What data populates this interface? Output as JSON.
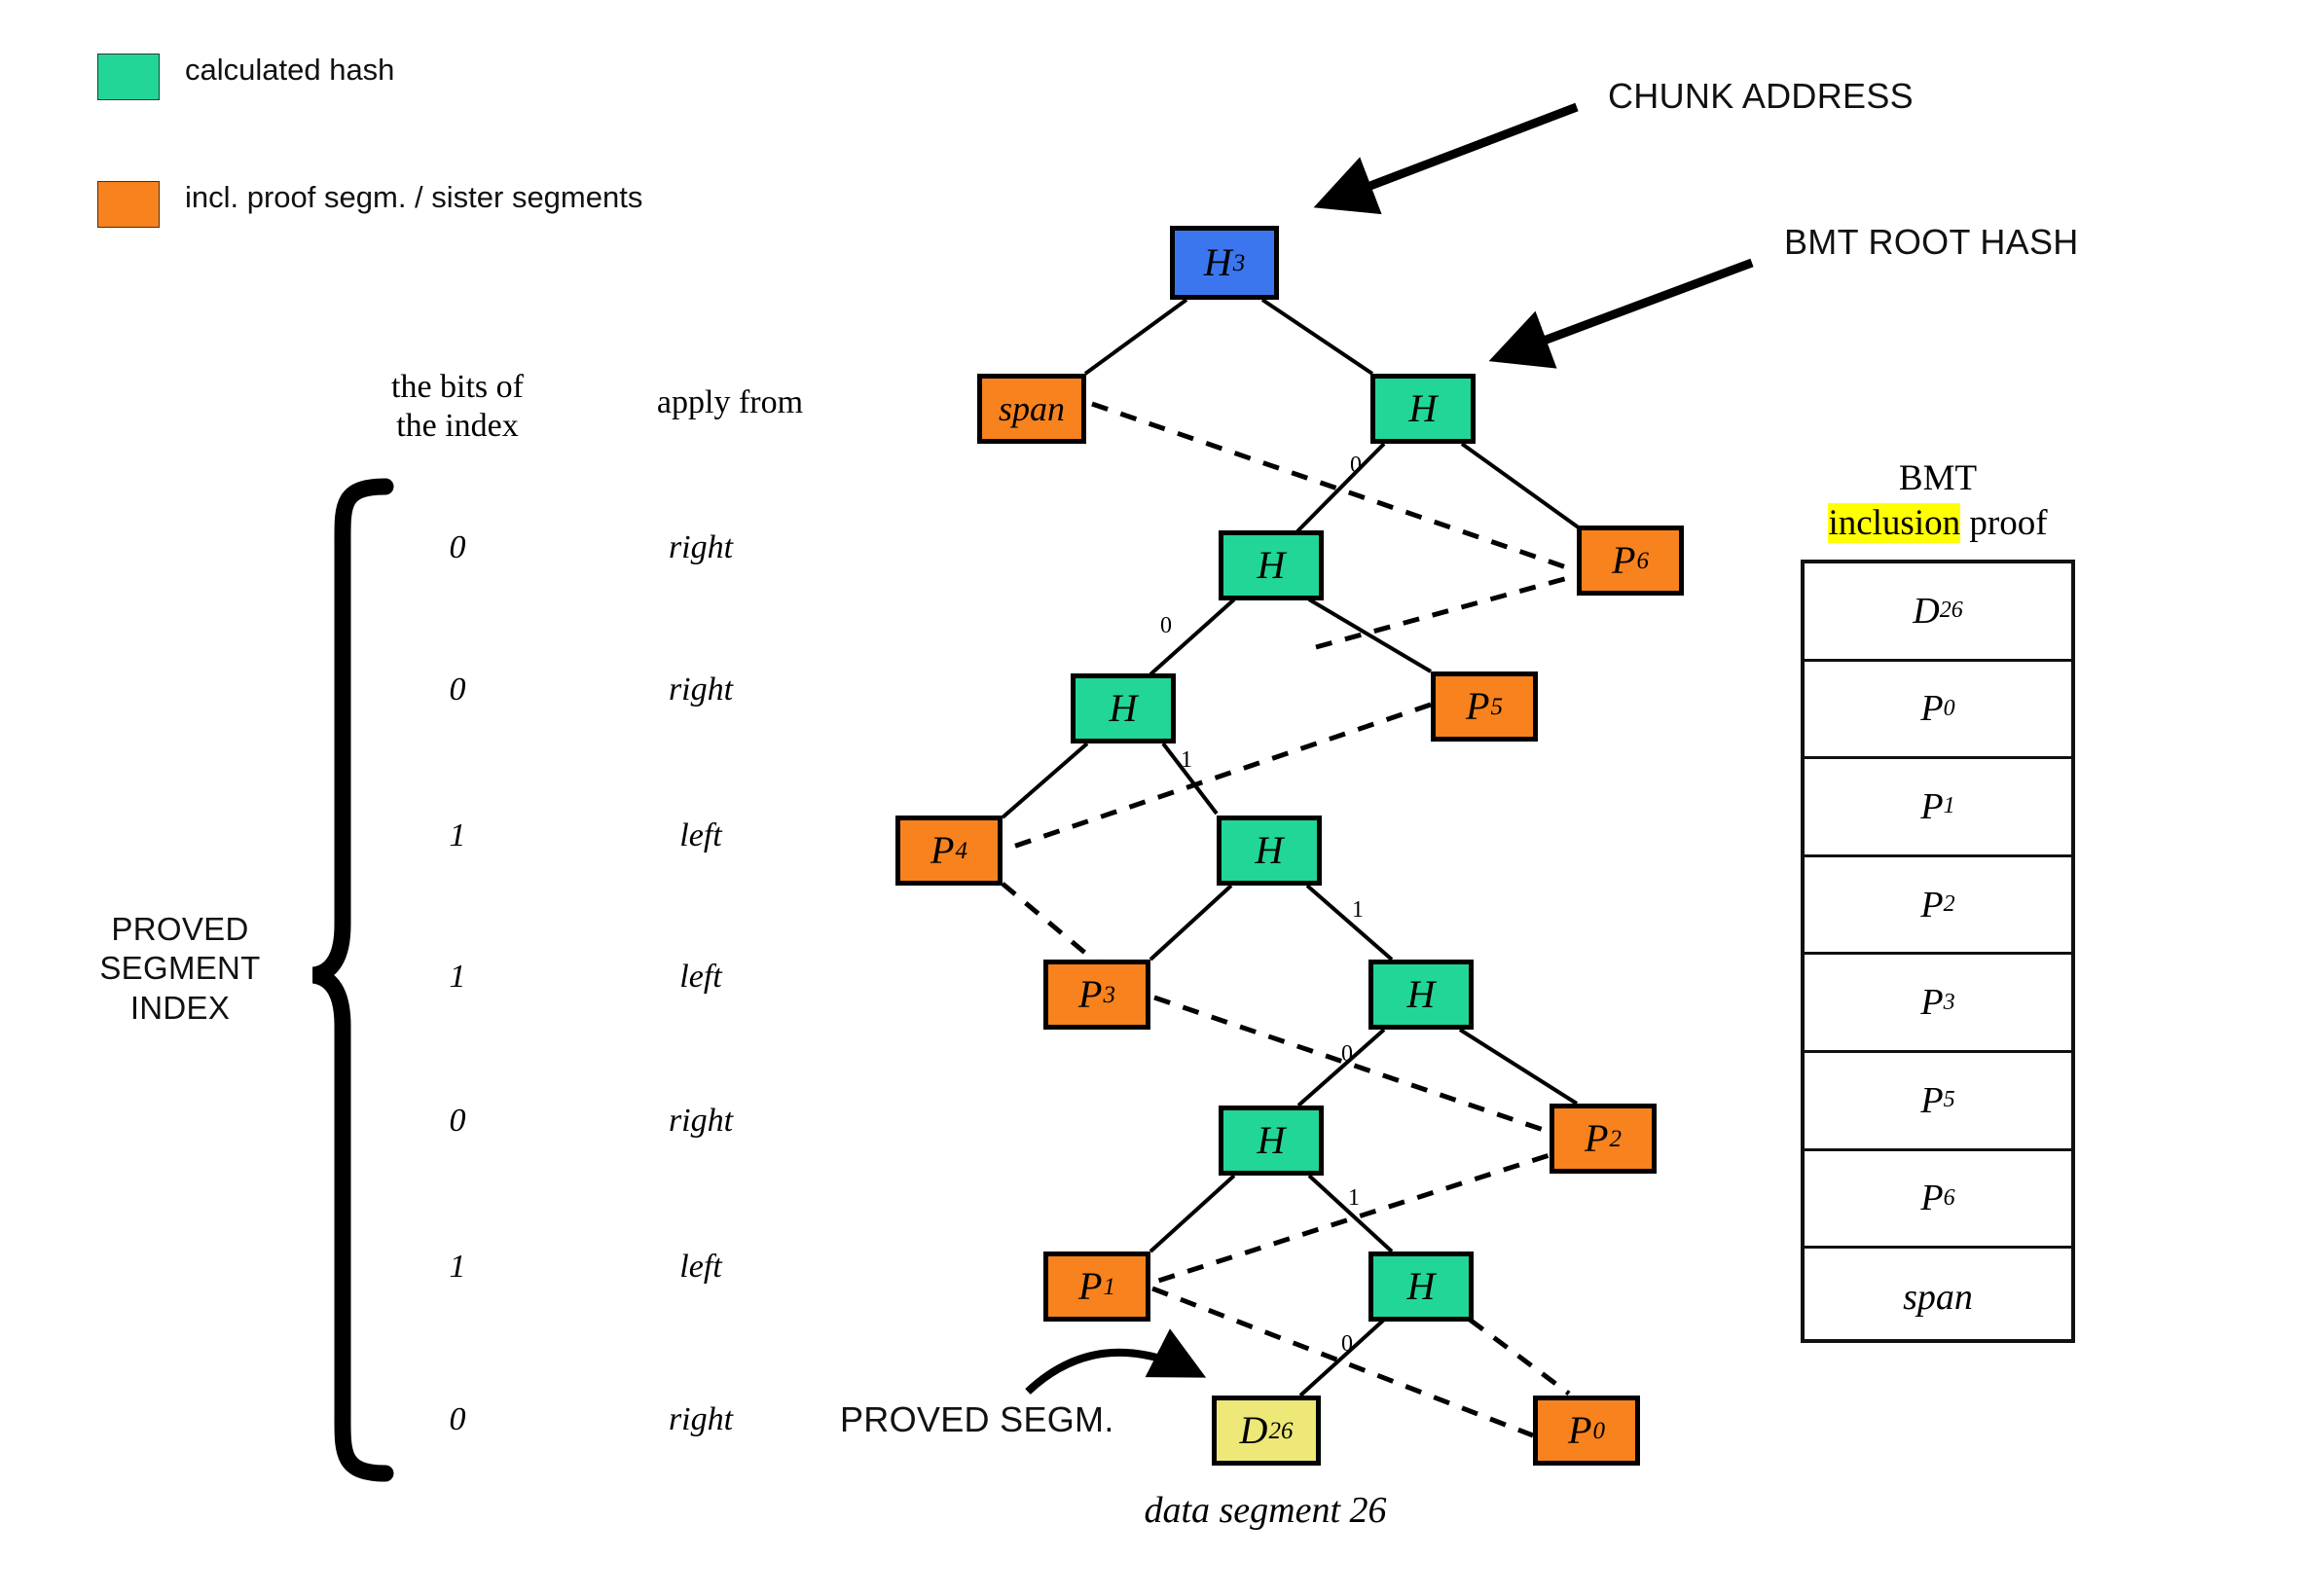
{
  "legend": {
    "items": [
      {
        "color": "#21D696",
        "label": "calculated hash",
        "icon": "green-swatch"
      },
      {
        "color": "#F7821E",
        "label": "incl. proof segm. / sister segments",
        "icon": "orange-swatch"
      }
    ]
  },
  "callouts": {
    "chunk_address": "CHUNK ADDRESS",
    "bmt_root_hash": "BMT ROOT HASH",
    "proved_segment": "PROVED SEGM."
  },
  "columns": {
    "bits_header_line1": "the bits of",
    "bits_header_line2": "the index",
    "apply_header": "apply from",
    "brace_label_line1": "PROVED",
    "brace_label_line2": "SEGMENT",
    "brace_label_line3": "INDEX"
  },
  "rows": [
    {
      "bit": "0",
      "apply": "right"
    },
    {
      "bit": "0",
      "apply": "right"
    },
    {
      "bit": "1",
      "apply": "left"
    },
    {
      "bit": "1",
      "apply": "left"
    },
    {
      "bit": "0",
      "apply": "right"
    },
    {
      "bit": "1",
      "apply": "left"
    },
    {
      "bit": "0",
      "apply": "right"
    }
  ],
  "tree": {
    "nodes": [
      {
        "id": "H3",
        "label": "H",
        "sub": "3",
        "color": "blue",
        "kind": "chunk-address"
      },
      {
        "id": "span",
        "label": "span",
        "sub": "",
        "color": "orange",
        "kind": "sister"
      },
      {
        "id": "Hroot",
        "label": "H",
        "sub": "",
        "color": "green",
        "kind": "calculated"
      },
      {
        "id": "H6",
        "label": "H",
        "sub": "",
        "color": "green",
        "kind": "calculated"
      },
      {
        "id": "P6",
        "label": "P",
        "sub": "6",
        "color": "orange",
        "kind": "sister"
      },
      {
        "id": "H5",
        "label": "H",
        "sub": "",
        "color": "green",
        "kind": "calculated"
      },
      {
        "id": "P5",
        "label": "P",
        "sub": "5",
        "color": "orange",
        "kind": "sister"
      },
      {
        "id": "P4",
        "label": "P",
        "sub": "4",
        "color": "orange",
        "kind": "sister"
      },
      {
        "id": "H4",
        "label": "H",
        "sub": "",
        "color": "green",
        "kind": "calculated"
      },
      {
        "id": "P3",
        "label": "P",
        "sub": "3",
        "color": "orange",
        "kind": "sister"
      },
      {
        "id": "H3b",
        "label": "H",
        "sub": "",
        "color": "green",
        "kind": "calculated"
      },
      {
        "id": "H2",
        "label": "H",
        "sub": "",
        "color": "green",
        "kind": "calculated"
      },
      {
        "id": "P2",
        "label": "P",
        "sub": "2",
        "color": "orange",
        "kind": "sister"
      },
      {
        "id": "P1",
        "label": "P",
        "sub": "1",
        "color": "orange",
        "kind": "sister"
      },
      {
        "id": "H1",
        "label": "H",
        "sub": "",
        "color": "green",
        "kind": "calculated"
      },
      {
        "id": "D26",
        "label": "D",
        "sub": "26",
        "color": "yellow",
        "kind": "proved-segment"
      },
      {
        "id": "P0",
        "label": "P",
        "sub": "0",
        "color": "orange",
        "kind": "sister"
      }
    ],
    "edge_bits": [
      "0",
      "0",
      "1",
      "1",
      "0",
      "1",
      "0"
    ]
  },
  "caption": "data segment 26",
  "proof_table": {
    "title_line1": "BMT",
    "title_highlight": "inclusion",
    "title_rest": " proof",
    "rows": [
      {
        "label": "D",
        "sub": "26"
      },
      {
        "label": "P",
        "sub": "0"
      },
      {
        "label": "P",
        "sub": "1"
      },
      {
        "label": "P",
        "sub": "2"
      },
      {
        "label": "P",
        "sub": "3"
      },
      {
        "label": "P",
        "sub": "5"
      },
      {
        "label": "P",
        "sub": "6"
      },
      {
        "label": "span",
        "sub": ""
      }
    ]
  },
  "colors": {
    "calculated_hash": "#21D696",
    "sister_segment": "#F7821E",
    "chunk_address": "#3B76EE",
    "proved_segment": "#EDE877",
    "highlight": "#FFFF00",
    "stroke": "#000000"
  }
}
